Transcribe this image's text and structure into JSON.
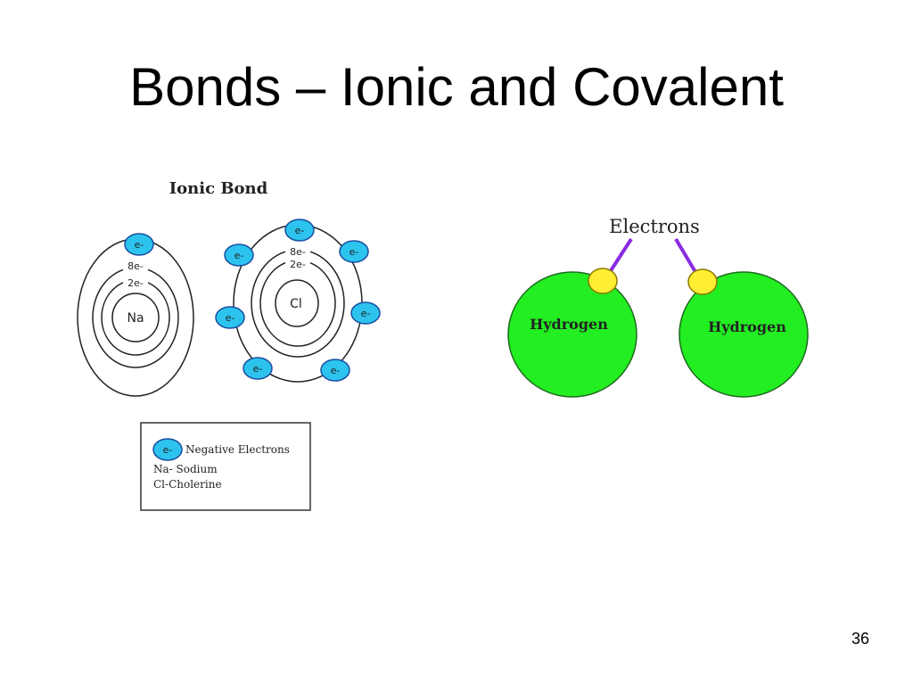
{
  "slide": {
    "title": "Bonds – Ionic and Covalent",
    "page_number": "36"
  },
  "ionic": {
    "heading": "Ionic Bond",
    "sodium_symbol": "Na",
    "chlorine_symbol": "Cl",
    "sodium_shell_labels": [
      "2e-",
      "8e-"
    ],
    "chlorine_shell_labels": [
      "2e-",
      "8e-"
    ],
    "electron_label": "e-",
    "legend": {
      "electron_label": "e-",
      "negative_electrons": "Negative Electrons",
      "sodium": "Na- Sodium",
      "chlorine": "Cl-Cholerine"
    }
  },
  "covalent": {
    "electrons_label": "Electrons",
    "atom_left": "Hydrogen",
    "atom_right": "Hydrogen"
  },
  "colors": {
    "electron_fill": "#2cc4ef",
    "electron_stroke": "#1a4fa0",
    "hydrogen_fill": "#22ee22",
    "shared_electron_fill": "#ffee33",
    "bond_line": "#8a2be2"
  }
}
